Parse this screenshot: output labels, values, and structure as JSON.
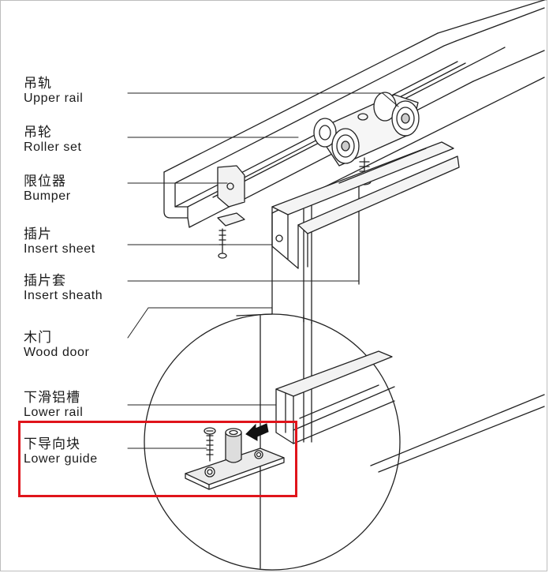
{
  "labels": [
    {
      "id": "upper-rail",
      "zh": "吊轨",
      "en": "Upper rail"
    },
    {
      "id": "roller-set",
      "zh": "吊轮",
      "en": "Roller set"
    },
    {
      "id": "bumper",
      "zh": "限位器",
      "en": "Bumper"
    },
    {
      "id": "insert-sheet",
      "zh": "插片",
      "en": "Insert sheet"
    },
    {
      "id": "insert-sheath",
      "zh": "插片套",
      "en": "Insert sheath"
    },
    {
      "id": "wood-door",
      "zh": "木门",
      "en": "Wood door"
    },
    {
      "id": "lower-rail",
      "zh": "下滑铝槽",
      "en": "Lower rail"
    },
    {
      "id": "lower-guide",
      "zh": "下导向块",
      "en": "Lower guide"
    }
  ],
  "colors": {
    "line": "#222222",
    "highlight": "#e0141b",
    "metal": "#e8e8e8",
    "background": "#ffffff"
  },
  "highlight_target": "lower-guide"
}
